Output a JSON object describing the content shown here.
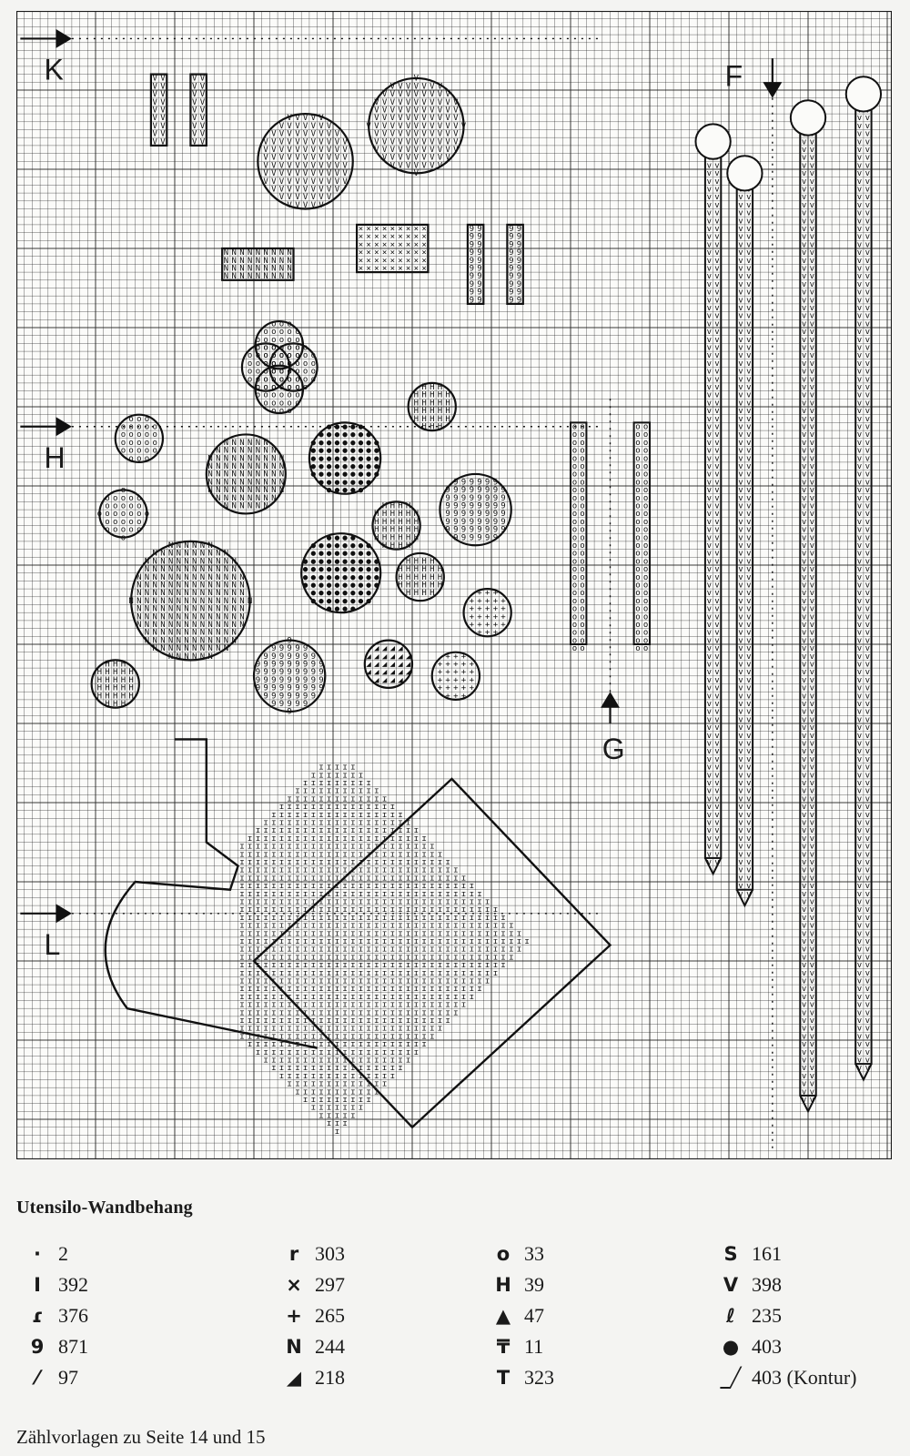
{
  "chart": {
    "markers": [
      {
        "letter": "K",
        "kind": "arrow-right"
      },
      {
        "letter": "H",
        "kind": "arrow-right"
      },
      {
        "letter": "L",
        "kind": "arrow-right"
      },
      {
        "letter": "F",
        "kind": "arrow-down"
      },
      {
        "letter": "G",
        "kind": "arrow-up"
      }
    ],
    "grid_color": "#1a1a1a"
  },
  "title": "Utensilo-Wandbehang",
  "legend": [
    {
      "symbol": "·",
      "value": "2",
      "icon": "dot-small-icon"
    },
    {
      "symbol": "I",
      "value": "392",
      "icon": "vertical-bar-icon"
    },
    {
      "symbol": "ɾ",
      "value": "376",
      "icon": "hook-icon"
    },
    {
      "symbol": "9",
      "value": "871",
      "icon": "nine-icon"
    },
    {
      "symbol": "⁄",
      "value": "97",
      "icon": "slash-icon"
    },
    {
      "symbol": "r",
      "value": "303",
      "icon": "r-icon"
    },
    {
      "symbol": "×",
      "value": "297",
      "icon": "cross-x-icon"
    },
    {
      "symbol": "+",
      "value": "265",
      "icon": "plus-icon"
    },
    {
      "symbol": "N",
      "value": "244",
      "icon": "n-icon"
    },
    {
      "symbol": "◢",
      "value": "218",
      "icon": "half-triangle-icon"
    },
    {
      "symbol": "o",
      "value": "33",
      "icon": "circle-o-icon"
    },
    {
      "symbol": "H",
      "value": "39",
      "icon": "h-icon"
    },
    {
      "symbol": "▲",
      "value": "47",
      "icon": "triangle-icon"
    },
    {
      "symbol": "₸",
      "value": "11",
      "icon": "double-t-icon"
    },
    {
      "symbol": "T",
      "value": "323",
      "icon": "t-icon"
    },
    {
      "symbol": "S",
      "value": "161",
      "icon": "s-icon"
    },
    {
      "symbol": "V",
      "value": "398",
      "icon": "v-icon"
    },
    {
      "symbol": "ℓ",
      "value": "235",
      "icon": "script-l-icon"
    },
    {
      "symbol": "●",
      "value": "403",
      "icon": "dot-filled-icon"
    },
    {
      "symbol": "_╱",
      "value": "403 (Kontur)",
      "icon": "contour-line-icon"
    }
  ],
  "footer": "Zählvorlagen zu Seite 14 und 15"
}
